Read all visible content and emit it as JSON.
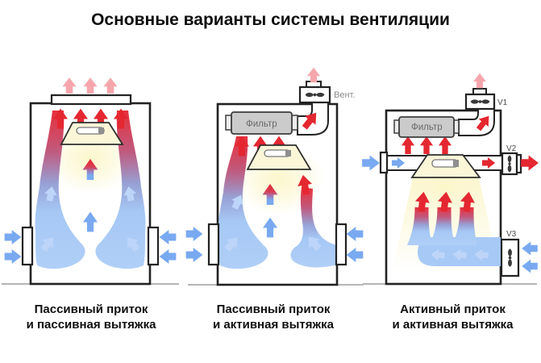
{
  "title": "Основные варианты системы вентиляции",
  "panels": [
    {
      "id": "passive-passive",
      "caption_line1": "Пассивный приток",
      "caption_line2": "и пассивная вытяжка"
    },
    {
      "id": "passive-active",
      "caption_line1": "Пассивный приток",
      "caption_line2": "и активная вытяжка",
      "filter_label": "Фильтр",
      "fan_label": "Вент."
    },
    {
      "id": "active-active",
      "caption_line1": "Активный приток",
      "caption_line2": "и активная вытяжка",
      "filter_label": "Фильтр",
      "fan1_label": "V1",
      "fan2_label": "V2",
      "fan3_label": "V3"
    }
  ],
  "colors": {
    "red": "#e42730",
    "pink": "#f5a6ac",
    "blue": "#79a9f0",
    "lightblue": "#bdd5f9",
    "streamblue": "#a6c9f6",
    "filter-gray": "#cbcbcb",
    "label-gray": "#8a8a8a",
    "pale-yellow": "#fbf6d8",
    "dark": "#222222",
    "ground": "#b5b5b5"
  }
}
